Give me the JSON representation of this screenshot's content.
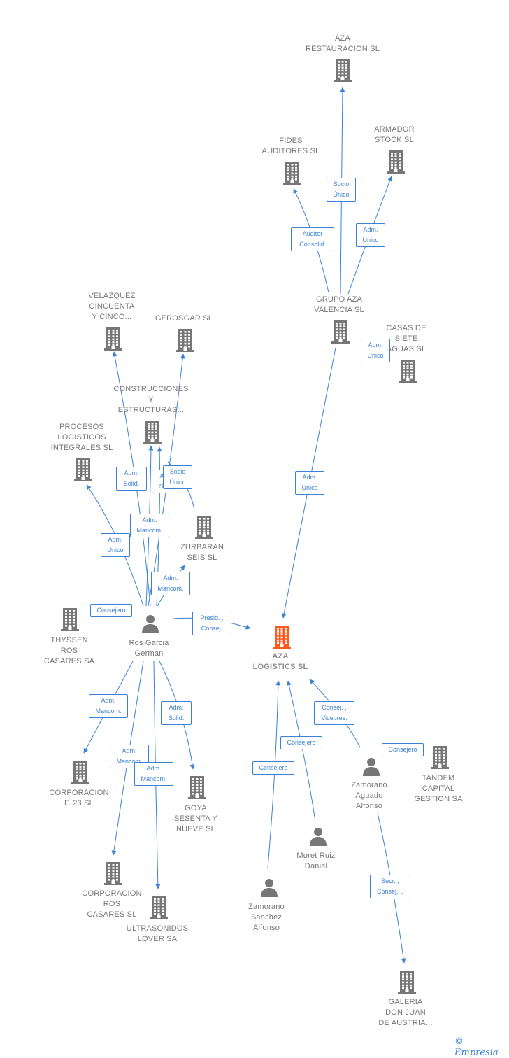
{
  "colors": {
    "edge": "#3b82d6",
    "node": "#777777",
    "focus": "#ff5a1e"
  },
  "nodes": {
    "aza_restauracion": {
      "label": "AZA\nRESTAURACION SL",
      "icon": "building-icon"
    },
    "fides": {
      "label": "FIDES\nAUDITORES SL",
      "icon": "building-icon"
    },
    "armador": {
      "label": "ARMADOR\nSTOCK  SL",
      "icon": "building-icon"
    },
    "grupo_aza": {
      "label": "GRUPO AZA\nVALENCIA SL",
      "icon": "building-icon"
    },
    "casas_siete": {
      "label": "CASAS DE\nSIETE\nAGUAS SL",
      "icon": "building-icon"
    },
    "velazquez": {
      "label": "VELAZQUEZ\nCINCUENTA\nY CINCO...",
      "icon": "building-icon"
    },
    "gerosgar": {
      "label": "GEROSGAR SL",
      "icon": "building-icon"
    },
    "construcciones": {
      "label": "CONSTRUCCIONES\nY\nESTRUCTURAS...",
      "icon": "building-icon"
    },
    "procesos": {
      "label": "PROCESOS\nLOGISTICOS\nINTEGRALES SL",
      "icon": "building-icon"
    },
    "zurbaran": {
      "label": "ZURBARAN\nSEIS SL",
      "icon": "building-icon"
    },
    "thyssen": {
      "label": "THYSSEN\nROS\nCASARES SA",
      "icon": "building-icon"
    },
    "ros_garcia": {
      "label": "Ros Garcia\nGerman",
      "icon": "person-icon"
    },
    "aza_logistics": {
      "label": "AZA\nLOGISTICS  SL",
      "icon": "building-icon"
    },
    "corp_f23": {
      "label": "CORPORACION\nF. 23  SL",
      "icon": "building-icon"
    },
    "goya": {
      "label": "GOYA\nSESENTA Y\nNUEVE SL",
      "icon": "building-icon"
    },
    "corp_ros": {
      "label": "CORPORACION\nROS\nCASARES SL",
      "icon": "building-icon"
    },
    "ultrasonidos": {
      "label": "ULTRASONIDOS\nLOVER SA",
      "icon": "building-icon"
    },
    "zamorano_aguado": {
      "label": "Zamorano\nAguado\nAlfonso",
      "icon": "person-icon"
    },
    "tandem": {
      "label": "TANDEM\nCAPITAL\nGESTION SA",
      "icon": "building-icon"
    },
    "moret": {
      "label": "Moret Ruiz\nDaniel",
      "icon": "person-icon"
    },
    "zamorano_sanchez": {
      "label": "Zamorano\nSanchez\nAlfonso",
      "icon": "person-icon"
    },
    "galeria": {
      "label": "GALERIA\nDON JUAN\nDE AUSTRIA...",
      "icon": "building-icon"
    }
  },
  "edge_labels": {
    "socio_unico_aza": "Socio\nÚnico",
    "auditor": "Auditor\nConsolid.",
    "adm_unico_armador": "Adm.\nUnico",
    "adm_unico_casas": "Adm.\nUnico",
    "adm_unico_grupo": "Adm.\nUnico",
    "adm_solid_velazquez": "Adm.\nSolid.",
    "adm_solid_construcciones": "Adm.\nSolid.",
    "socio_unico_construcciones": "Socio\nÚnico",
    "adm_mancom_gerosgar": "Adm.\nMancom.",
    "adm_unico_procesos": "Adm.\nUnico",
    "adm_mancom_zurbaran": "Adm.\nMancom.",
    "consejero_thyssen": "Consejero",
    "presid_consej": "Presid. ,\nConsej.",
    "adm_mancom_corp_f23": "Adm.\nMancom.",
    "adm_solid_goya": "Adm.\nSolid.",
    "adm_mancom_corp_ros": "Adm.\nMancom.",
    "adm_mancom_ultrasonidos": "Adm.\nMancom.",
    "consej_vicepres": "Consej. ,\nVicepres.",
    "consejero_tandem": "Consejero",
    "consejero_moret": "Consejero",
    "consejero_zamorano": "Consejero",
    "secr_consej": "Secr. ,\nConsej...."
  },
  "footer": {
    "copyright": "©",
    "brand": "Empresia"
  }
}
